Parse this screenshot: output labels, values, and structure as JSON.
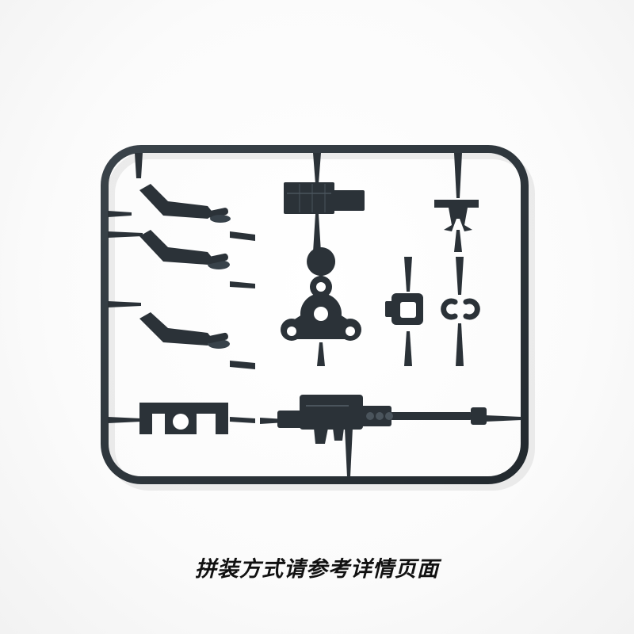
{
  "caption": "拼装方式请参考详情页面",
  "colors": {
    "sprue": "#2b3238",
    "sprue_highlight": "#4a545c",
    "caption": "#111111",
    "background": "#ffffff"
  },
  "objects": [
    "sprue-frame",
    "arm-part",
    "block-part",
    "fork-part",
    "tri-connector-part",
    "clip-part",
    "ring-clip-part",
    "bracket-part",
    "gun-part"
  ]
}
